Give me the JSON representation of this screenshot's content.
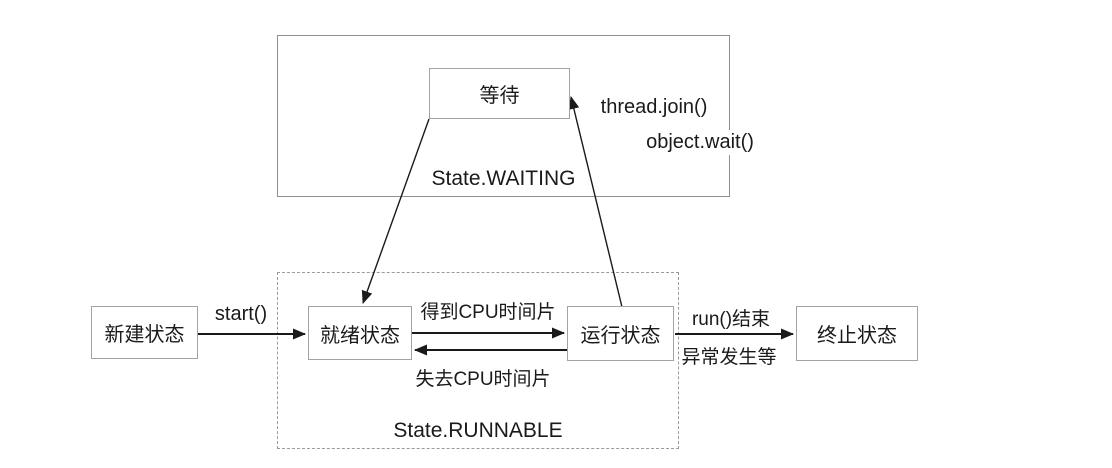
{
  "nodes": {
    "new_state": "新建状态",
    "ready_state": "就绪状态",
    "running_state": "运行状态",
    "terminated_state": "终止状态",
    "waiting": "等待"
  },
  "group_labels": {
    "waiting_group": "State.WAITING",
    "runnable_group": "State.RUNNABLE"
  },
  "edge_labels": {
    "start": "start()",
    "gain_cpu": "得到CPU时间片",
    "lose_cpu": "失去CPU时间片",
    "run_finish": "run()结束",
    "exception": "异常发生等",
    "thread_join": "thread.join()",
    "object_wait": "object.wait()"
  },
  "colors": {
    "box_border": "#a3a3a3",
    "group_border": "#8f8f8f",
    "dashed_border": "#9a9a9a",
    "arrow_color": "#1a1a1a",
    "text_color": "#1a1a1a",
    "background": "#ffffff"
  }
}
